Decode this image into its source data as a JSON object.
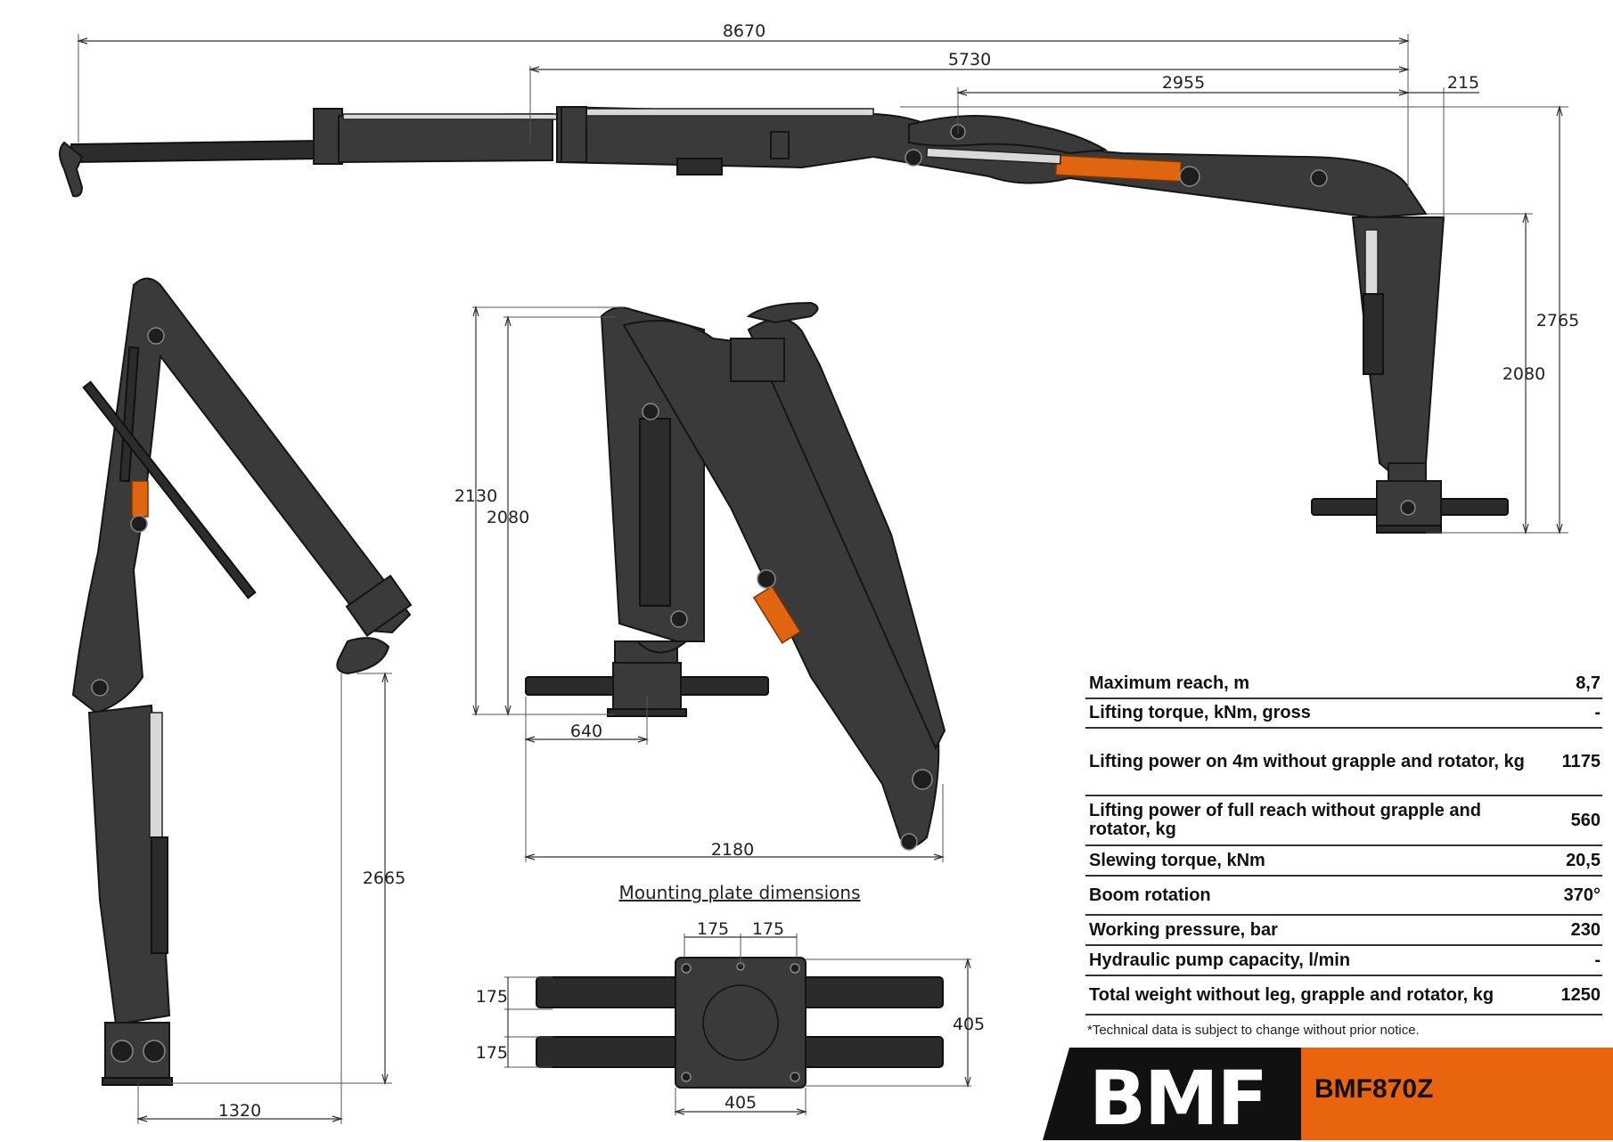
{
  "dimensions": {
    "top_total_reach": "8670",
    "top_outer_boom": "5730",
    "top_inner_boom": "2955",
    "top_offset": "215",
    "top_total_height": "2765",
    "top_column_height": "2080",
    "mid_height_total": "2130",
    "mid_height_column": "2080",
    "mid_base_width": "640",
    "mid_depth": "2180",
    "left_height": "2665",
    "left_width": "1320"
  },
  "mounting_plate": {
    "title": "Mounting plate dimensions",
    "top_left": "175",
    "top_right": "175",
    "side_upper": "175",
    "side_lower": "175",
    "right_height": "405",
    "bottom_width": "405"
  },
  "specs": [
    {
      "label": "Maximum reach, m",
      "value": "8,7"
    },
    {
      "label": "Lifting torque, kNm, gross",
      "value": "-"
    },
    {
      "label": "Lifting power on 4m without grapple and rotator, kg",
      "value": "1175"
    },
    {
      "label": "Lifting power of full reach without grapple and rotator, kg",
      "value": "560"
    },
    {
      "label": "Slewing torque, kNm",
      "value": "20,5"
    },
    {
      "label": "Boom rotation",
      "value": "370°"
    },
    {
      "label": "Working pressure, bar",
      "value": "230"
    },
    {
      "label": "Hydraulic pump capacity, l/min",
      "value": "-"
    },
    {
      "label": "Total weight without leg, grapple and rotator, kg",
      "value": "1250"
    }
  ],
  "note": "*Technical data is subject to change without prior notice.",
  "brand": {
    "logo_text": "BMF",
    "model": "BMF870Z",
    "colors": {
      "accent": "#e8640f",
      "dark": "#111111"
    }
  }
}
